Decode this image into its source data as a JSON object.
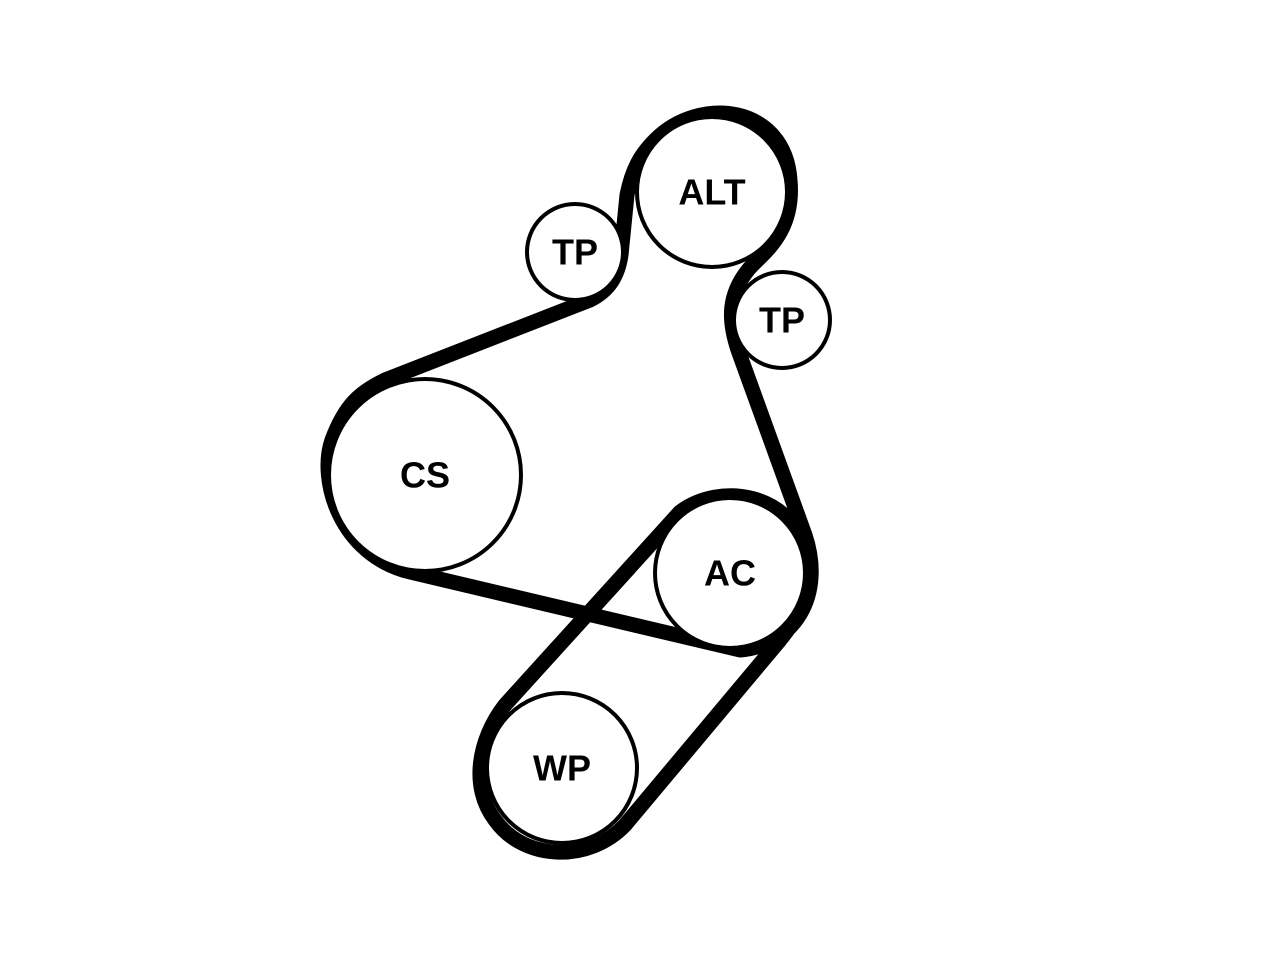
{
  "diagram": {
    "pulleys": [
      {
        "id": "alt",
        "label": "ALT"
      },
      {
        "id": "tp_left",
        "label": "TP"
      },
      {
        "id": "tp_right",
        "label": "TP"
      },
      {
        "id": "cs",
        "label": "CS"
      },
      {
        "id": "ac",
        "label": "AC"
      },
      {
        "id": "wp",
        "label": "WP"
      }
    ]
  }
}
